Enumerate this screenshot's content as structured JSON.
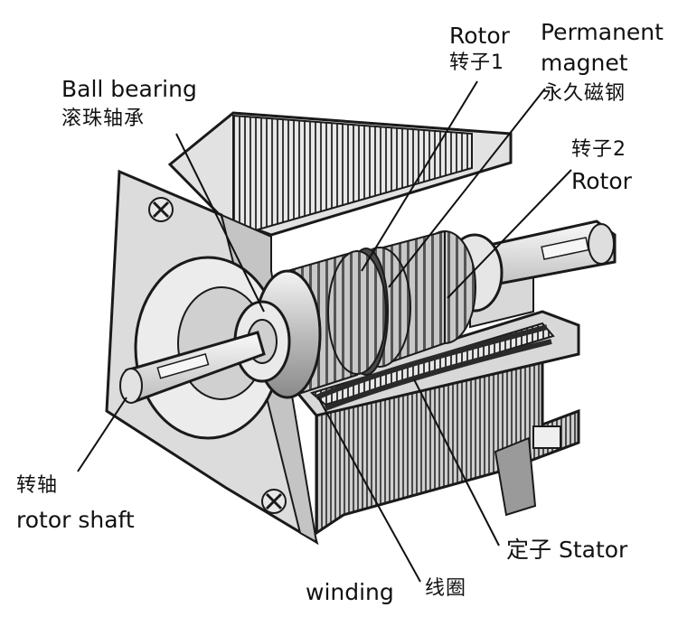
{
  "labels": {
    "rotor1_en": "Rotor",
    "rotor1_zh": "转子1",
    "magnet_en_1": "Permanent",
    "magnet_en_2": "magnet",
    "magnet_zh": "永久磁钢",
    "bearing_en": "Ball bearing",
    "bearing_zh": "滚珠轴承",
    "rotor2_zh": "转子2",
    "rotor2_en": "Rotor",
    "shaft_zh": "转轴",
    "shaft_en": "rotor shaft",
    "stator_label": "定子 Stator",
    "winding_en": "winding",
    "winding_zh": "线圈"
  },
  "colors": {
    "outline": "#1a1a1a",
    "housing": "#d6d6d6",
    "housing_light": "#efefef",
    "lamination_dark": "#3a3a3a",
    "rotor": "#bdbdbd",
    "shaft": "#e6e6e6"
  }
}
